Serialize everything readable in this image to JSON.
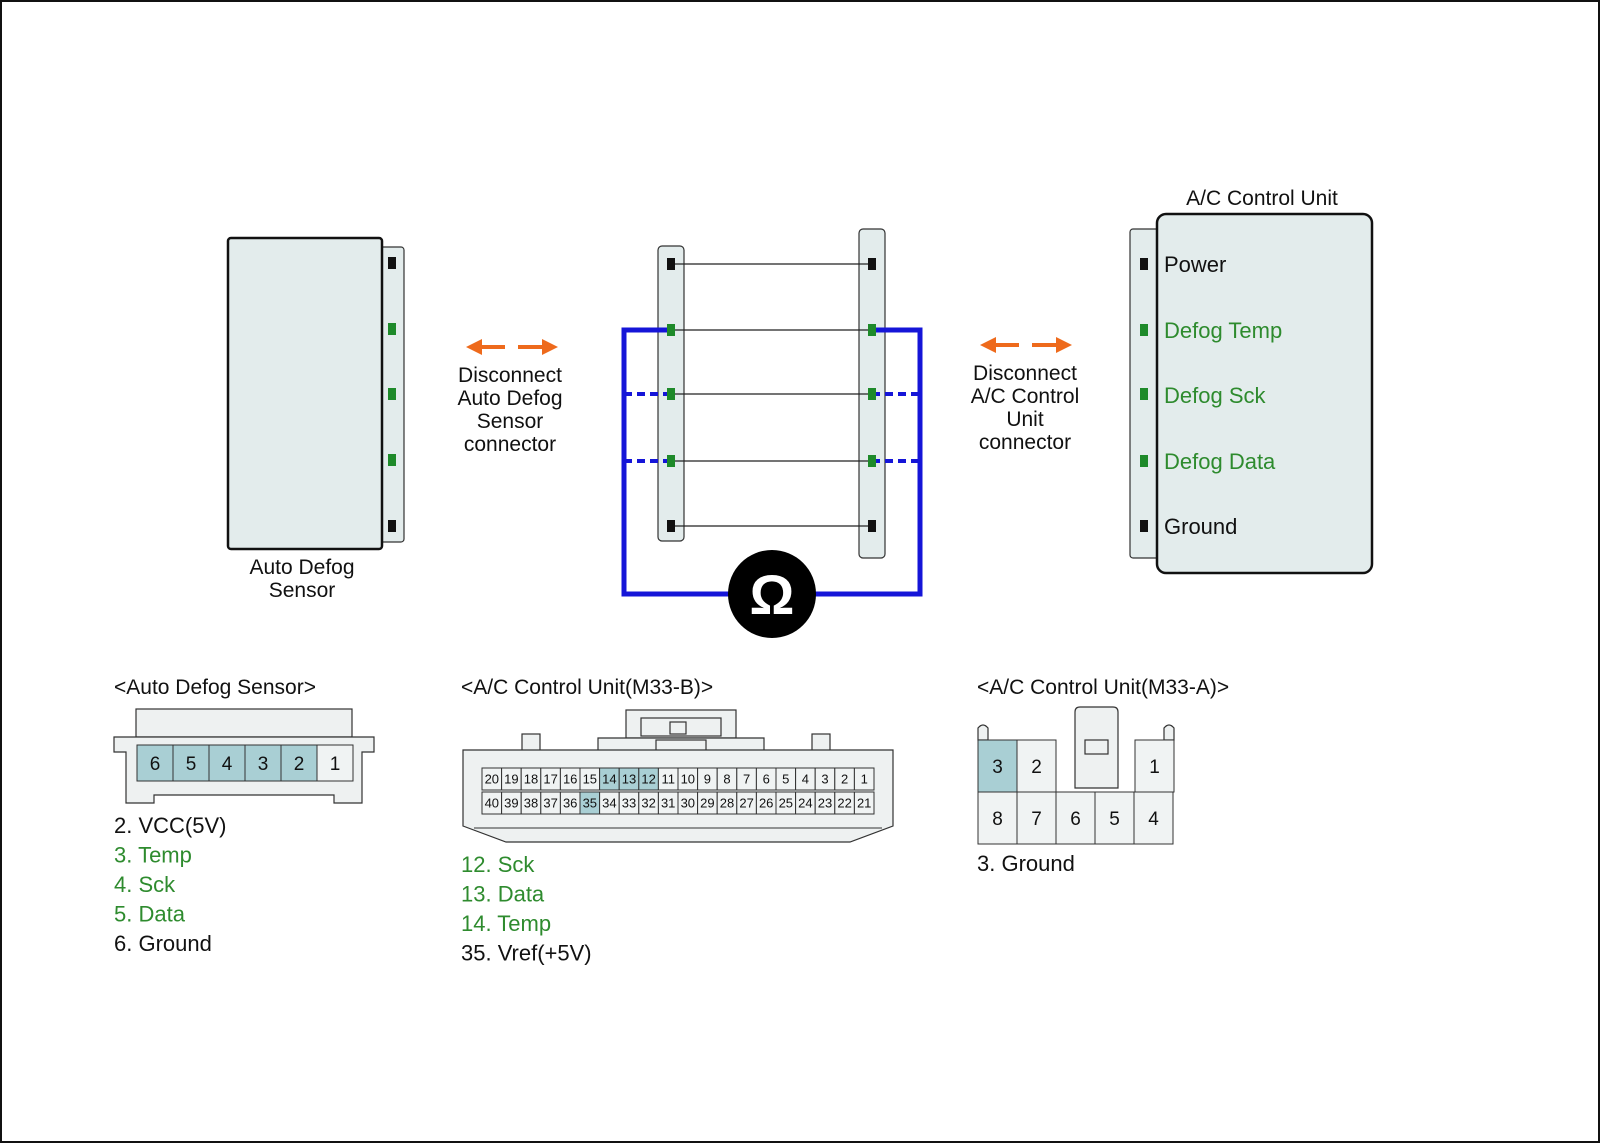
{
  "sensor_label": [
    "Auto Defog",
    "Sensor"
  ],
  "left_disconnect": [
    "Disconnect",
    "Auto Defog",
    "Sensor",
    "connector"
  ],
  "right_disconnect": [
    "Disconnect",
    "A/C Control",
    "Unit",
    "connector"
  ],
  "ac_unit": {
    "title": "A/C Control Unit",
    "pins": [
      {
        "label": "Power",
        "color": "#111111"
      },
      {
        "label": "Defog Temp",
        "color": "#2e8b2e"
      },
      {
        "label": "Defog Sck",
        "color": "#2e8b2e"
      },
      {
        "label": "Defog Data",
        "color": "#2e8b2e"
      },
      {
        "label": "Ground",
        "color": "#111111"
      }
    ]
  },
  "meter_symbol": "Ω",
  "colors": {
    "signal_green": "#2e8b2e",
    "meter_blue": "#1515d8",
    "arrow_orange": "#ee6a1c",
    "highlight_pin": "#a9cfd4"
  },
  "sensor_connector": {
    "title": "<Auto Defog Sensor>",
    "pins": [
      "6",
      "5",
      "4",
      "3",
      "2",
      "1"
    ],
    "highlighted": [
      "6",
      "5",
      "4",
      "3",
      "2"
    ],
    "legend": [
      {
        "text": "2. VCC(5V)",
        "color": "#111111"
      },
      {
        "text": "3. Temp",
        "color": "#2e8b2e"
      },
      {
        "text": "4. Sck",
        "color": "#2e8b2e"
      },
      {
        "text": "5. Data",
        "color": "#2e8b2e"
      },
      {
        "text": "6. Ground",
        "color": "#111111"
      }
    ]
  },
  "m33b_connector": {
    "title": "<A/C Control Unit(M33-B)>",
    "row1": [
      "20",
      "19",
      "18",
      "17",
      "16",
      "15",
      "14",
      "13",
      "12",
      "11",
      "10",
      "9",
      "8",
      "7",
      "6",
      "5",
      "4",
      "3",
      "2",
      "1"
    ],
    "row2": [
      "40",
      "39",
      "38",
      "37",
      "36",
      "35",
      "34",
      "33",
      "32",
      "31",
      "30",
      "29",
      "28",
      "27",
      "26",
      "25",
      "24",
      "23",
      "22",
      "21"
    ],
    "highlighted": [
      "14",
      "13",
      "12",
      "35"
    ],
    "legend": [
      {
        "text": "12. Sck",
        "color": "#2e8b2e"
      },
      {
        "text": "13. Data",
        "color": "#2e8b2e"
      },
      {
        "text": "14. Temp",
        "color": "#2e8b2e"
      },
      {
        "text": "35. Vref(+5V)",
        "color": "#111111"
      }
    ]
  },
  "m33a_connector": {
    "title": "<A/C Control Unit(M33-A)>",
    "row1": [
      "3",
      "2",
      "1"
    ],
    "row2": [
      "8",
      "7",
      "6",
      "5",
      "4"
    ],
    "highlighted": [
      "3"
    ],
    "legend": [
      {
        "text": "3. Ground",
        "color": "#111111"
      }
    ]
  }
}
